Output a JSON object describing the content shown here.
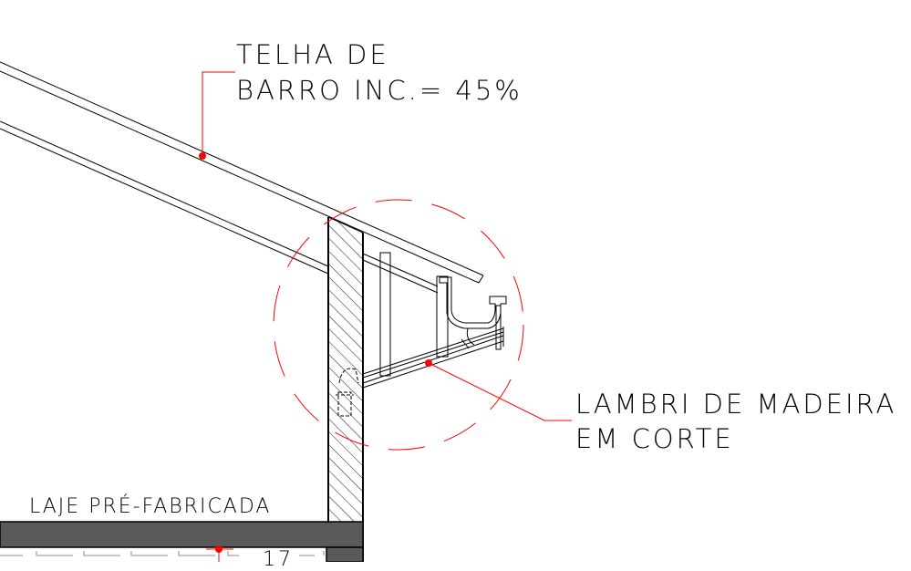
{
  "drawing": {
    "type": "architectural section detail (eave / roof overhang)",
    "colors": {
      "background": "#ffffff",
      "lines": "#000000",
      "leader": "#ff0000",
      "slab_fill": "#5a5a5a",
      "hidden_lines": "#8c8c8c"
    },
    "annotations": {
      "roof_tile": {
        "line1": "TELHA DE",
        "line2": "BARRO INC.= 45%"
      },
      "soffit": {
        "line1": "LAMBRI DE MADEIRA",
        "line2": "EM CORTE"
      },
      "slab": {
        "line1": "LAJE PRÉ-FABRICADA"
      },
      "partial_dimension": "17"
    },
    "callouts": {
      "detail_circle": "dashed red detail circle around eave"
    }
  }
}
